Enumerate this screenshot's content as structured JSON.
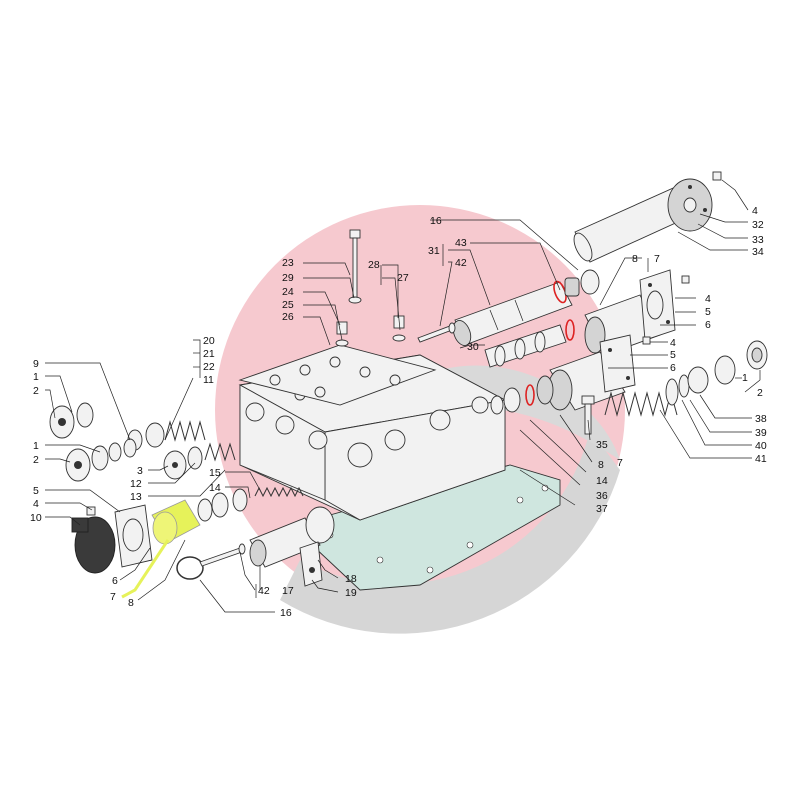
{
  "colors": {
    "background": "#ffffff",
    "pink_blob": "#f6c9cf",
    "gray_blob": "#d9d9d9",
    "gasket_green": "#cfe6df",
    "highlight_yellow": "#e6f25a",
    "line": "#222222"
  },
  "labels": {
    "l4a": "4",
    "l32": "32",
    "l33": "33",
    "l34": "34",
    "l16a": "16",
    "l43a": "43",
    "l31": "31",
    "l42a": "42",
    "l23": "23",
    "l29": "29",
    "l24": "24",
    "l25": "25",
    "l26": "26",
    "l28": "28",
    "l27": "27",
    "l8a": "8",
    "l7a": "7",
    "l4b": "4",
    "l5a": "5",
    "l6a": "6",
    "l30": "30",
    "l4c": "4",
    "l5b": "5",
    "l6b": "6",
    "l1a": "1",
    "l2a": "2",
    "l38": "38",
    "l39": "39",
    "l40": "40",
    "l41": "41",
    "l20": "20",
    "l21": "21",
    "l22": "22",
    "l11": "11",
    "l9": "9",
    "l1b": "1",
    "l2b": "2",
    "l1c": "1",
    "l2c": "2",
    "l3": "3",
    "l12": "12",
    "l13": "13",
    "l35": "35",
    "l8b": "8",
    "l7b": "7",
    "l14a": "14",
    "l36": "36",
    "l37": "37",
    "l15": "15",
    "l14b": "14",
    "l5c": "5",
    "l4d": "4",
    "l10": "10",
    "l6c": "6",
    "l7c": "7",
    "l8c": "8",
    "l42b": "42",
    "l17": "17",
    "l18": "18",
    "l19": "19",
    "l16b": "16"
  }
}
